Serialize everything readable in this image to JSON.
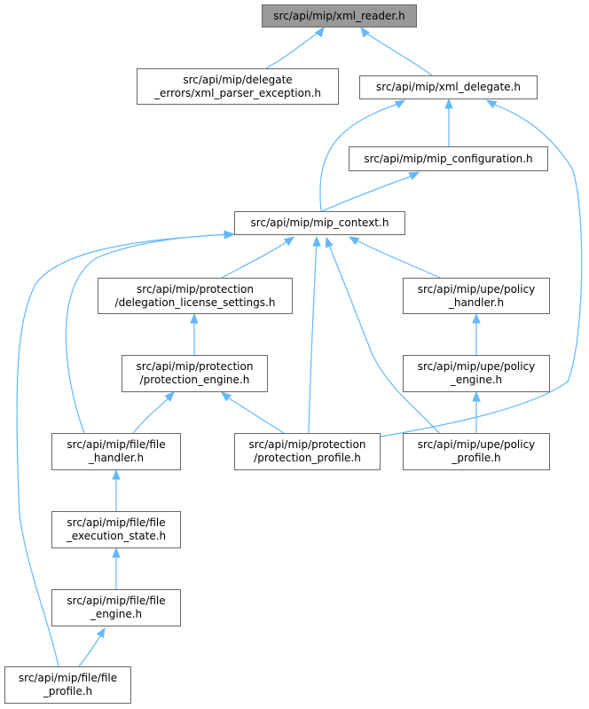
{
  "graph": {
    "colors": {
      "edge": "#63b8ff",
      "border": "#666666",
      "root_fill": "#999999",
      "node_fill": "#ffffff"
    },
    "nodes": [
      {
        "id": "xml_reader",
        "lines": [
          "src/api/mip/xml_reader.h"
        ]
      },
      {
        "id": "xml_parser_exception",
        "lines": [
          "src/api/mip/delegate",
          "_errors/xml_parser_exception.h"
        ]
      },
      {
        "id": "xml_delegate",
        "lines": [
          "src/api/mip/xml_delegate.h"
        ]
      },
      {
        "id": "mip_configuration",
        "lines": [
          "src/api/mip/mip_configuration.h"
        ]
      },
      {
        "id": "mip_context",
        "lines": [
          "src/api/mip/mip_context.h"
        ]
      },
      {
        "id": "delegation_license_settings",
        "lines": [
          "src/api/mip/protection",
          "/delegation_license_settings.h"
        ]
      },
      {
        "id": "policy_handler",
        "lines": [
          "src/api/mip/upe/policy",
          "_handler.h"
        ]
      },
      {
        "id": "protection_engine",
        "lines": [
          "src/api/mip/protection",
          "/protection_engine.h"
        ]
      },
      {
        "id": "policy_engine",
        "lines": [
          "src/api/mip/upe/policy",
          "_engine.h"
        ]
      },
      {
        "id": "file_handler",
        "lines": [
          "src/api/mip/file/file",
          "_handler.h"
        ]
      },
      {
        "id": "protection_profile",
        "lines": [
          "src/api/mip/protection",
          "/protection_profile.h"
        ]
      },
      {
        "id": "policy_profile",
        "lines": [
          "src/api/mip/upe/policy",
          "_profile.h"
        ]
      },
      {
        "id": "file_execution_state",
        "lines": [
          "src/api/mip/file/file",
          "_execution_state.h"
        ]
      },
      {
        "id": "file_engine",
        "lines": [
          "src/api/mip/file/file",
          "_engine.h"
        ]
      },
      {
        "id": "file_profile",
        "lines": [
          "src/api/mip/file/file",
          "_profile.h"
        ]
      }
    ],
    "edges": [
      {
        "from": "xml_reader",
        "to": "xml_parser_exception"
      },
      {
        "from": "xml_reader",
        "to": "xml_delegate"
      },
      {
        "from": "xml_delegate",
        "to": "mip_configuration"
      },
      {
        "from": "xml_delegate",
        "to": "mip_context"
      },
      {
        "from": "xml_delegate",
        "to": "protection_profile"
      },
      {
        "from": "mip_configuration",
        "to": "mip_context"
      },
      {
        "from": "mip_context",
        "to": "delegation_license_settings"
      },
      {
        "from": "mip_context",
        "to": "policy_handler"
      },
      {
        "from": "mip_context",
        "to": "file_handler"
      },
      {
        "from": "mip_context",
        "to": "protection_profile"
      },
      {
        "from": "mip_context",
        "to": "policy_profile"
      },
      {
        "from": "mip_context",
        "to": "file_profile"
      },
      {
        "from": "delegation_license_settings",
        "to": "protection_engine"
      },
      {
        "from": "protection_engine",
        "to": "file_handler"
      },
      {
        "from": "protection_engine",
        "to": "protection_profile"
      },
      {
        "from": "policy_handler",
        "to": "policy_engine"
      },
      {
        "from": "policy_engine",
        "to": "policy_profile"
      },
      {
        "from": "file_handler",
        "to": "file_execution_state"
      },
      {
        "from": "file_execution_state",
        "to": "file_engine"
      },
      {
        "from": "file_engine",
        "to": "file_profile"
      }
    ]
  }
}
